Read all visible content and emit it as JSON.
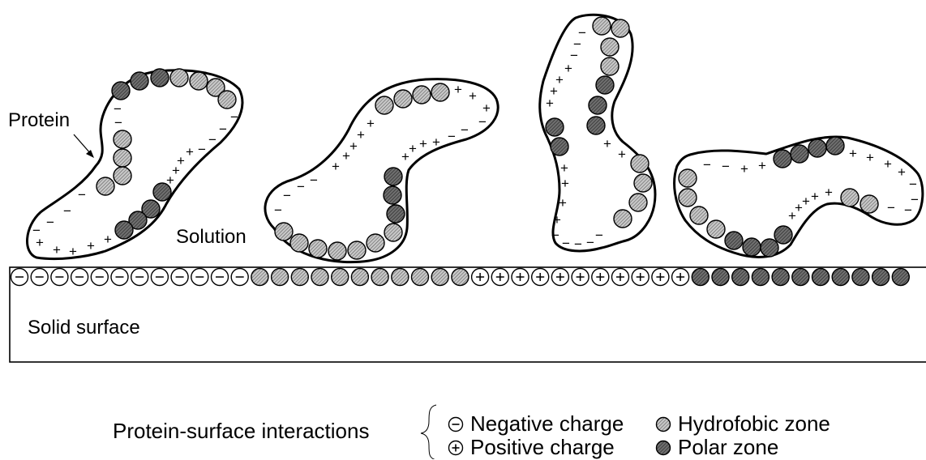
{
  "labels": {
    "protein": "Protein",
    "solution": "Solution",
    "solid_surface": "Solid surface"
  },
  "legend": {
    "title": "Protein-surface interactions",
    "negative_charge": "Negative charge",
    "positive_charge": "Positive charge",
    "hydrophobic_zone": "Hydrofobic zone",
    "polar_zone": "Polar zone"
  },
  "symbols": {
    "negative": "−",
    "positive": "+"
  },
  "surface_segments": [
    {
      "type": "negative",
      "count": 12
    },
    {
      "type": "hydrophobic",
      "count": 11
    },
    {
      "type": "positive",
      "count": 11
    },
    {
      "type": "polar",
      "count": 11
    }
  ],
  "colors": {
    "line": "#000000",
    "hydrophobic_fill": "#c8c8c8",
    "hydrophobic_hatch": "#555555",
    "polar_fill": "#707070",
    "polar_hatch": "#2a2a2a",
    "background": "#ffffff"
  }
}
